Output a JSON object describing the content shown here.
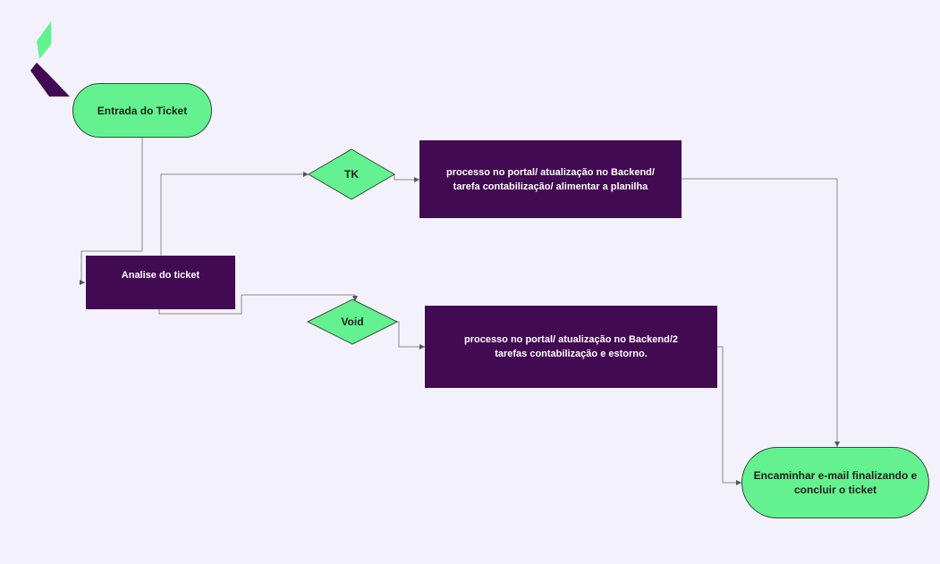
{
  "colors": {
    "background": "#f3f2fc",
    "terminal_fill": "#63f28f",
    "process_fill": "#420a52",
    "decision_fill": "#63f28f",
    "connector": "#8a8a8a",
    "logo_green": "#63f28f",
    "logo_purple": "#420a52"
  },
  "logo": {
    "icon": "brand-chevron-icon"
  },
  "nodes": {
    "start": {
      "label": "Entrada do Ticket"
    },
    "analise": {
      "label": "Analise do ticket"
    },
    "tk_decision": {
      "label": "TK"
    },
    "void_decision": {
      "label": "Void"
    },
    "tk_process": {
      "label": "processo no portal/ atualização no Backend/\ntarefa  contabilização/ alimentar a planilha"
    },
    "void_process": {
      "label": "processo no portal/ atualização no Backend/2\ntarefas  contabilização e estorno."
    },
    "end": {
      "label": "Encaminhar e-mail finalizando e\nconcluir o ticket"
    }
  }
}
